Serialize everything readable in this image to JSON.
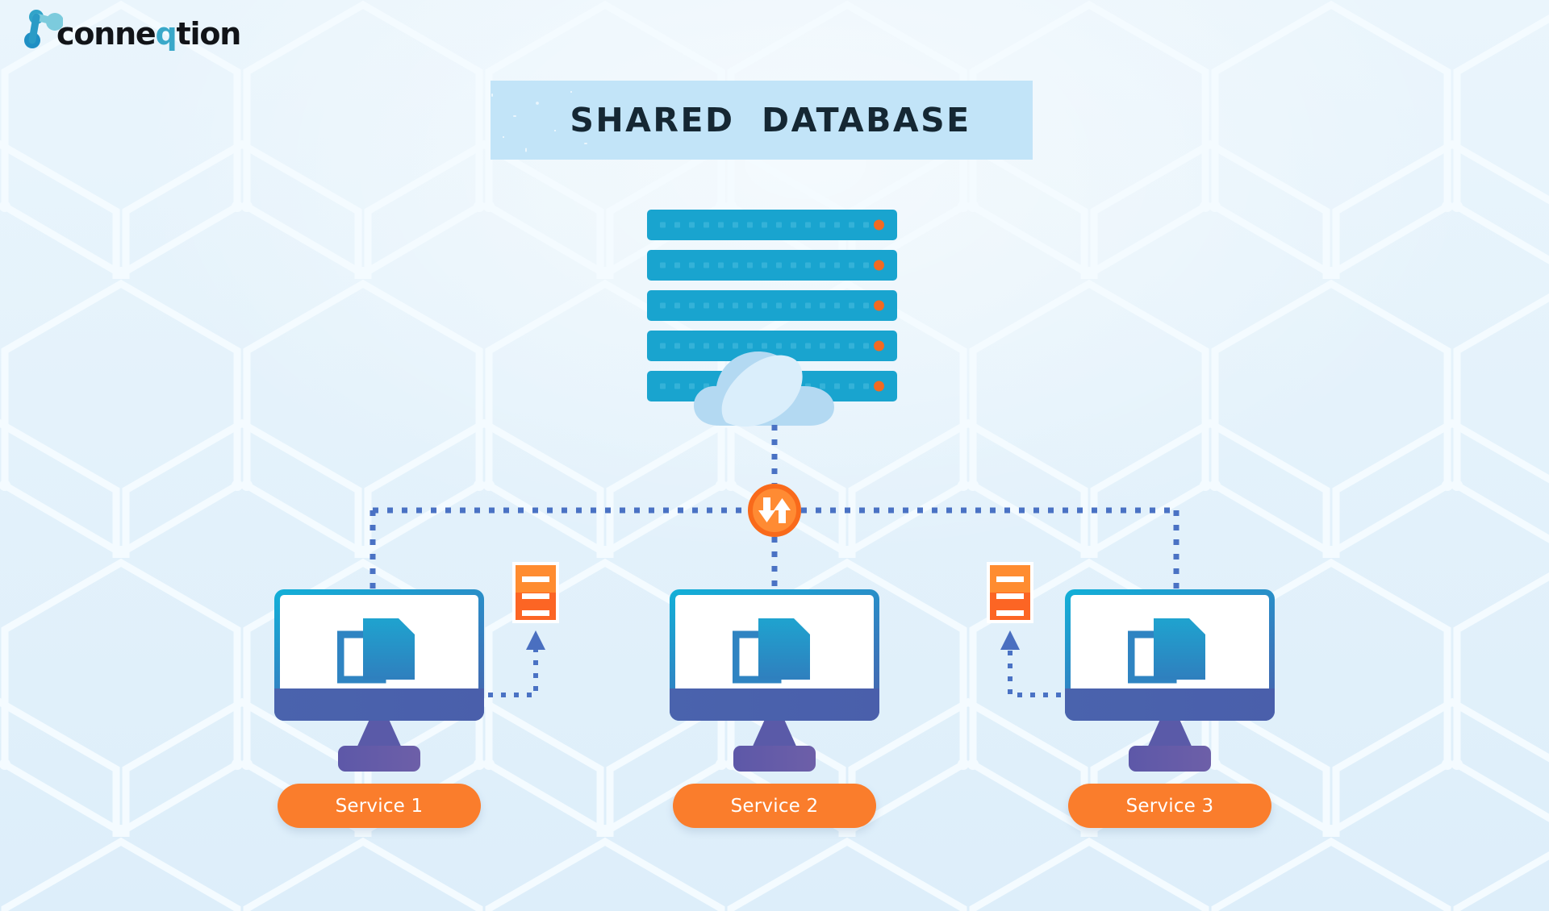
{
  "brand": {
    "name": "conneqtion",
    "name_prefix": "conne",
    "name_accent": "q",
    "name_suffix": "tion",
    "logo_icon": "molecule-node-icon",
    "accent_color": "#3aa8c9"
  },
  "title": {
    "text": "SHARED  DATABASE",
    "banner_color": "#c2e4f8",
    "text_color": "#152733"
  },
  "diagram": {
    "type": "architecture-diagram",
    "background_color": "#e6f3fb",
    "database": {
      "label": "shared-database-server-stack",
      "icon": "server-rack-icon",
      "rack_count": 5,
      "dots_per_rack": 16,
      "rack_color": "#19a4cf",
      "rack_shadow_color": "#2f80bc",
      "led_color": "#f26a21",
      "cloud_icon": "cloud-icon",
      "cloud_color": "#bbddf3"
    },
    "hub": {
      "label": "data-exchange-hub",
      "icon": "exchange-arrows-icon",
      "fill_color": "#ff8b33",
      "ring_color": "#f96a1b",
      "arrow_down": "down-arrow-icon",
      "arrow_up": "up-arrow-icon"
    },
    "connector": {
      "style": "dotted",
      "color": "#4a72c4",
      "arrowhead_color": "#4a6fc0"
    },
    "services": [
      {
        "id": "service-1",
        "label": "Service 1",
        "monitor_icon": "desktop-monitor-icon",
        "screen_icon": "documents-icon",
        "note_icon": "data-note-icon",
        "note_side": "right",
        "note_lines": 3
      },
      {
        "id": "service-2",
        "label": "Service 2",
        "monitor_icon": "desktop-monitor-icon",
        "screen_icon": "documents-icon",
        "note_icon": null,
        "note_side": null,
        "note_lines": 0
      },
      {
        "id": "service-3",
        "label": "Service 3",
        "monitor_icon": "desktop-monitor-icon",
        "screen_icon": "documents-icon",
        "note_icon": "data-note-icon",
        "note_side": "left",
        "note_lines": 3
      }
    ],
    "button_color": "#fa7d2c",
    "button_text_color": "#ffffff"
  }
}
